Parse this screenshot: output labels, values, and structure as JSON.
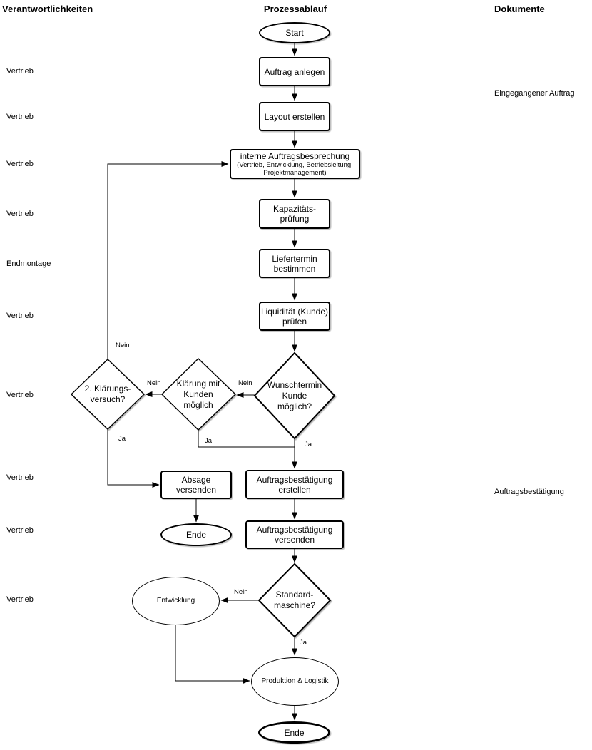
{
  "headers": {
    "responsibilities": "Verantwortlichkeiten",
    "process": "Prozessablauf",
    "documents": "Dokumente"
  },
  "responsibilities": [
    "Vertrieb",
    "Vertrieb",
    "Vertrieb",
    "Vertrieb",
    "Endmontage",
    "Vertrieb",
    "Vertrieb",
    "Vertrieb",
    "Vertrieb",
    "Vertrieb"
  ],
  "documents": [
    "Eingegangener Auftrag",
    "Auftragsbestätigung"
  ],
  "nodes": {
    "start": "Start",
    "auftrag_anlegen": "Auftrag anlegen",
    "layout_erstellen": "Layout erstellen",
    "interne_besprechung_title": "interne Auftragsbesprechung",
    "interne_besprechung_sub": "(Vertrieb, Entwicklung, Betriebsleitung,\nProjektmanagement)",
    "kapazitaetspruefung": "Kapazitäts-\nprüfung",
    "liefertermin_bestimmen": "Liefertermin\nbestimmen",
    "liquiditaet_pruefen": "Liquidität (Kunde)\nprüfen",
    "wunschtermin_moeglich": "Wunschtermin\nKunde\nmöglich?",
    "klaerung_mit_kunden": "Klärung mit\nKunden\nmöglich",
    "zweiter_klaerungsversuch": "2. Klärungs-\nversuch?",
    "absage_versenden": "Absage\nversenden",
    "auftragsbestaetigung_erstellen": "Auftragsbestätigung\nerstellen",
    "ende_links": "Ende",
    "auftragsbestaetigung_versenden": "Auftragsbestätigung\nversenden",
    "standardmaschine": "Standard-\nmaschine?",
    "entwicklung": "Entwicklung",
    "produktion_logistik": "Produktion & Logistik",
    "ende_unten": "Ende"
  },
  "edge_labels": {
    "zweiter_nein": "Nein",
    "klaerung_nein": "Nein",
    "wunschtermin_nein": "Nein",
    "zweiter_ja": "Ja",
    "klaerung_ja": "Ja",
    "wunschtermin_ja": "Ja",
    "standard_nein": "Nein",
    "standard_ja": "Ja"
  },
  "colors": {
    "stroke": "#000000",
    "background": "#ffffff"
  }
}
